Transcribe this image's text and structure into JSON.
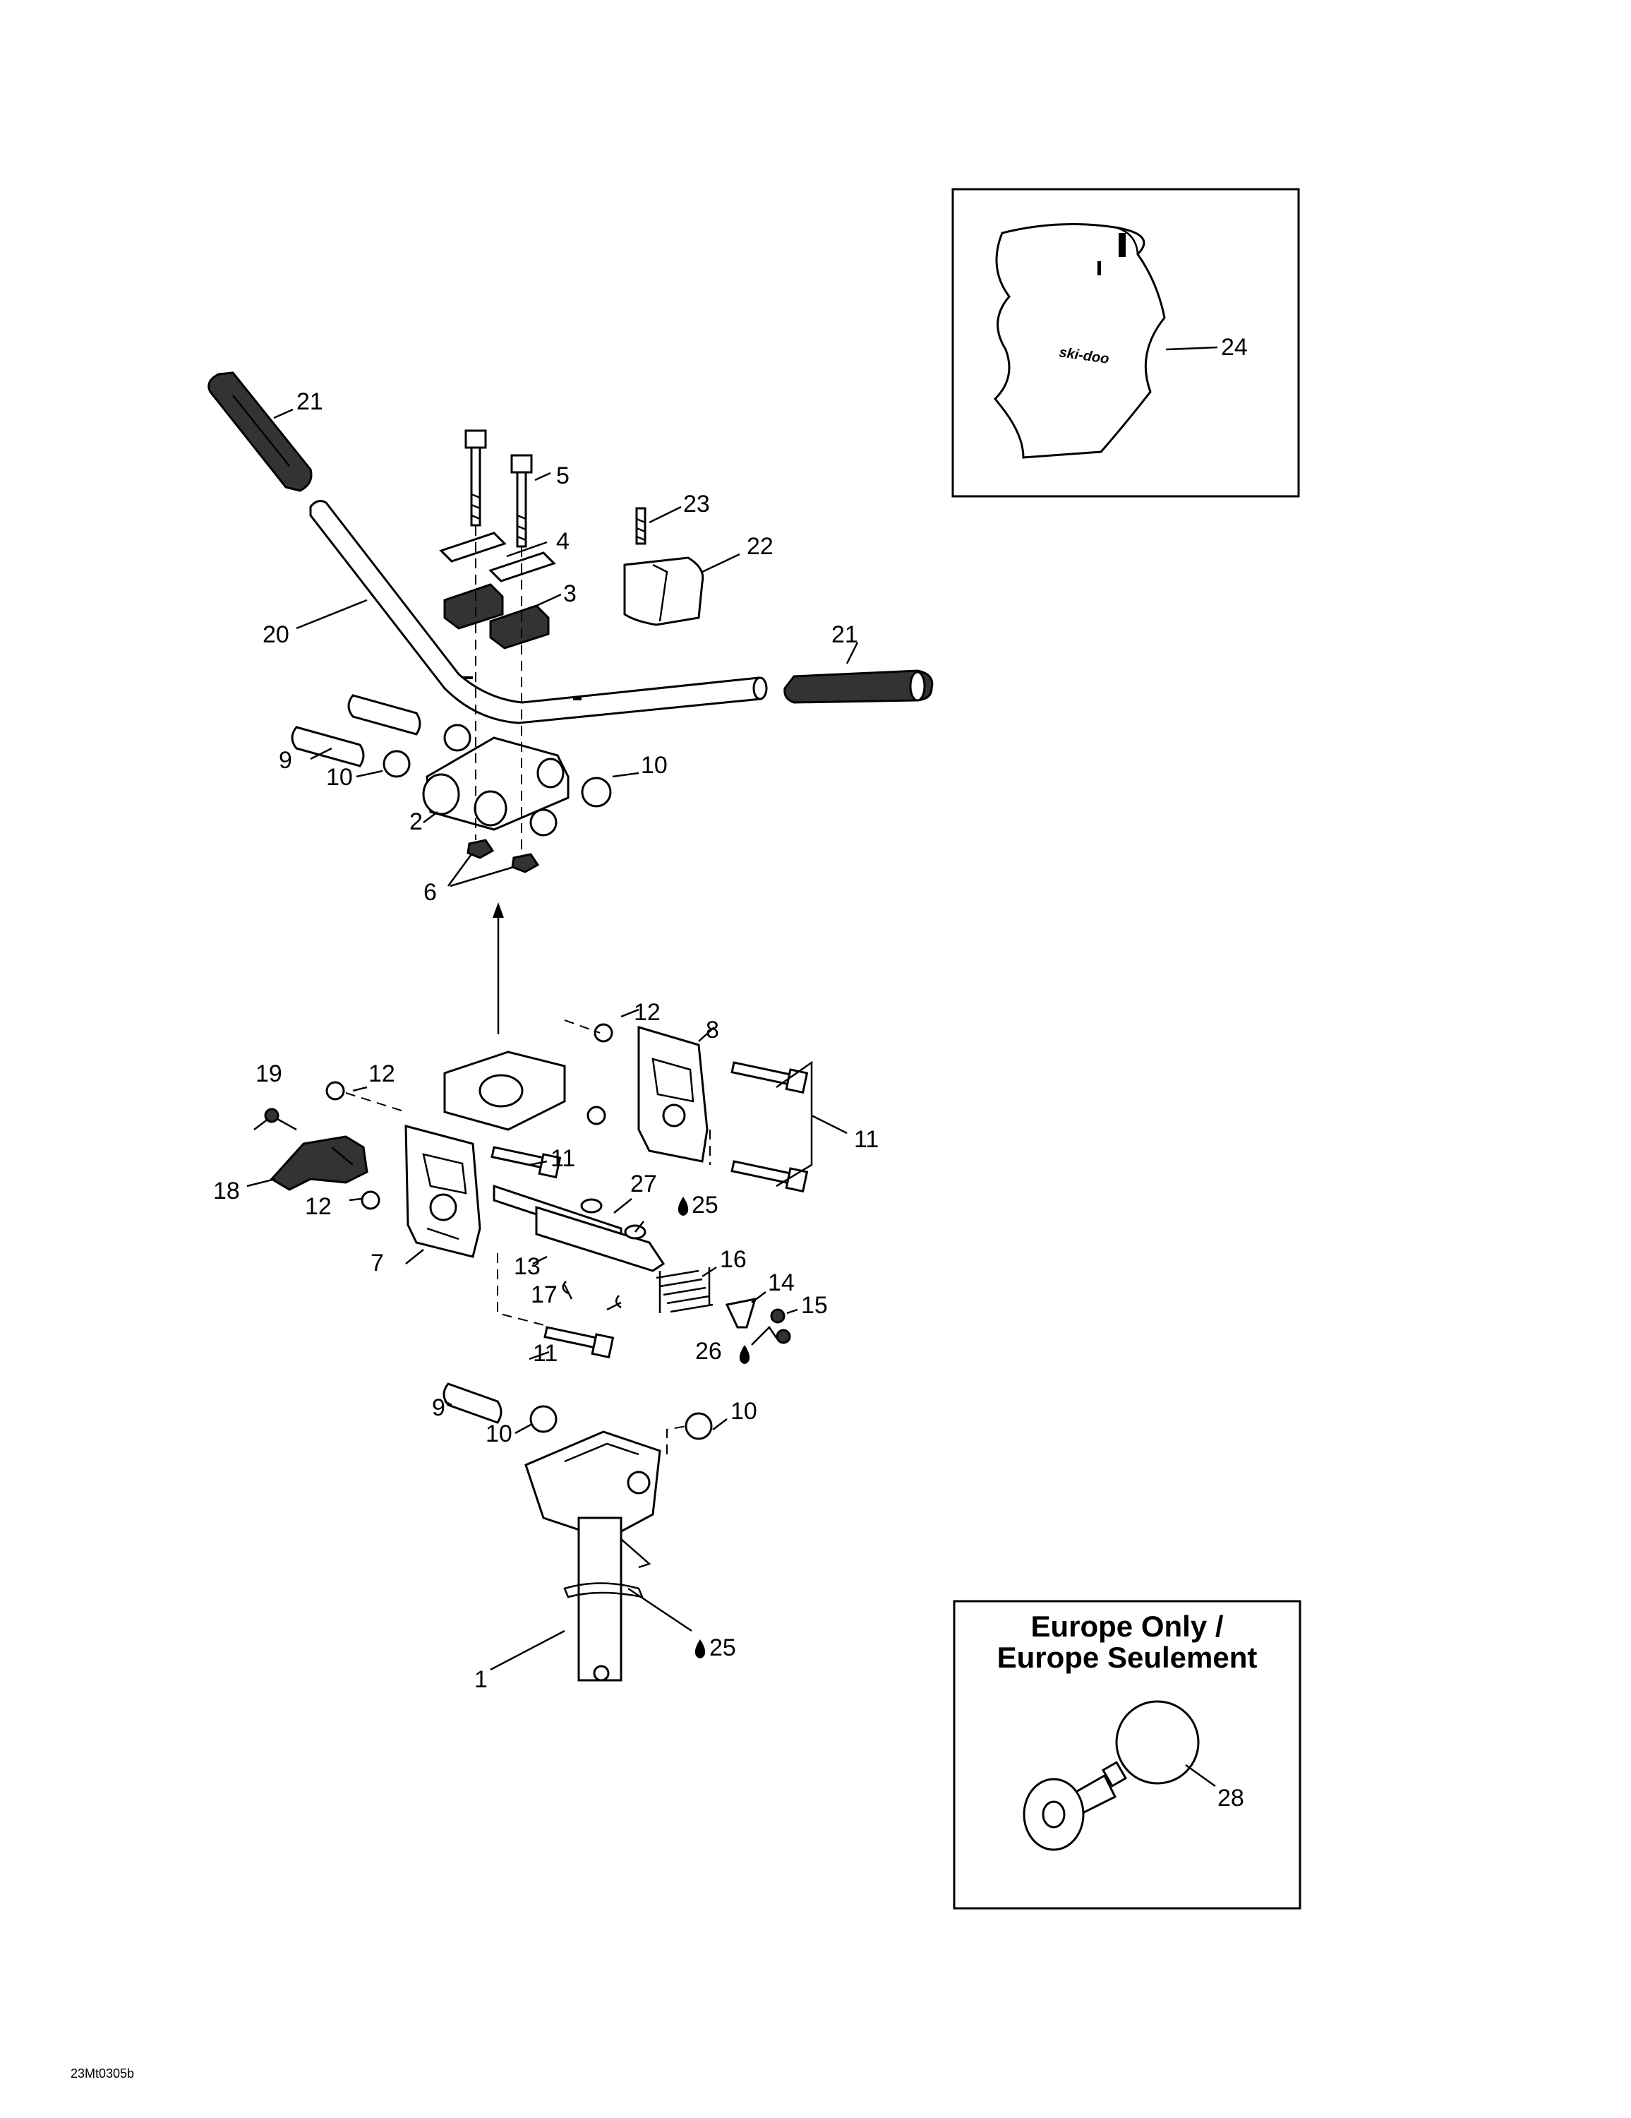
{
  "diagram_code": "23Mt0305b",
  "inset_europe": {
    "title_line1": "Europe Only /",
    "title_line2": "Europe Seulement"
  },
  "decal_brand": "ski-doo",
  "callouts": [
    {
      "id": "c1",
      "text": "1"
    },
    {
      "id": "c2",
      "text": "2"
    },
    {
      "id": "c3",
      "text": "3"
    },
    {
      "id": "c4",
      "text": "4"
    },
    {
      "id": "c5",
      "text": "5"
    },
    {
      "id": "c6",
      "text": "6"
    },
    {
      "id": "c7",
      "text": "7"
    },
    {
      "id": "c8",
      "text": "8"
    },
    {
      "id": "c9a",
      "text": "9"
    },
    {
      "id": "c9b",
      "text": "9"
    },
    {
      "id": "c10a",
      "text": "10"
    },
    {
      "id": "c10b",
      "text": "10"
    },
    {
      "id": "c10c",
      "text": "10"
    },
    {
      "id": "c10d",
      "text": "10"
    },
    {
      "id": "c11a",
      "text": "11"
    },
    {
      "id": "c11b",
      "text": "11"
    },
    {
      "id": "c11c",
      "text": "11"
    },
    {
      "id": "c12a",
      "text": "12"
    },
    {
      "id": "c12b",
      "text": "12"
    },
    {
      "id": "c12c",
      "text": "12"
    },
    {
      "id": "c13",
      "text": "13"
    },
    {
      "id": "c14",
      "text": "14"
    },
    {
      "id": "c15",
      "text": "15"
    },
    {
      "id": "c16",
      "text": "16"
    },
    {
      "id": "c17",
      "text": "17"
    },
    {
      "id": "c18",
      "text": "18"
    },
    {
      "id": "c19",
      "text": "19"
    },
    {
      "id": "c20",
      "text": "20"
    },
    {
      "id": "c21a",
      "text": "21"
    },
    {
      "id": "c21b",
      "text": "21"
    },
    {
      "id": "c22",
      "text": "22"
    },
    {
      "id": "c23",
      "text": "23"
    },
    {
      "id": "c24",
      "text": "24"
    },
    {
      "id": "c25a",
      "text": "25"
    },
    {
      "id": "c25b",
      "text": "25"
    },
    {
      "id": "c26",
      "text": "26"
    },
    {
      "id": "c27",
      "text": "27"
    },
    {
      "id": "c28",
      "text": "28"
    }
  ]
}
